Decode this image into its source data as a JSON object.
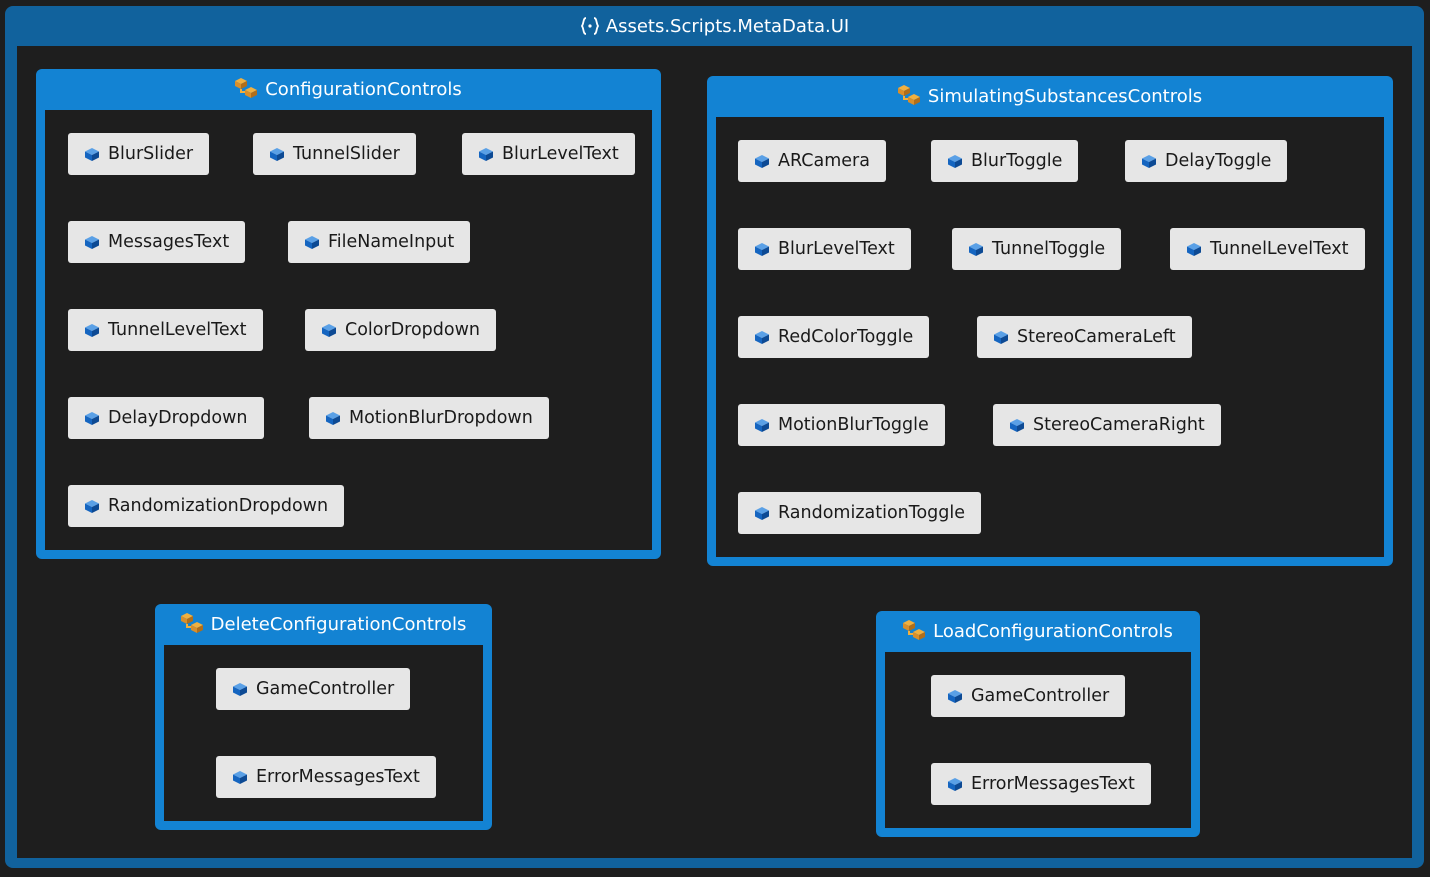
{
  "namespace": {
    "title": "Assets.Scripts.MetaData.UI",
    "icon": "namespace-braces-icon"
  },
  "colors": {
    "namespace_frame": "#11629d",
    "class_frame": "#1383d3",
    "background": "#1e1e1e",
    "member_box": "#e6e6e6",
    "class_icon": "#d98f2b",
    "field_icon": "#1565c0"
  },
  "classes": {
    "configuration_controls": {
      "title": "ConfigurationControls",
      "fields": [
        "BlurSlider",
        "TunnelSlider",
        "BlurLevelText",
        "MessagesText",
        "FileNameInput",
        "TunnelLevelText",
        "ColorDropdown",
        "DelayDropdown",
        "MotionBlurDropdown",
        "RandomizationDropdown"
      ]
    },
    "simulating_substances_controls": {
      "title": "SimulatingSubstancesControls",
      "fields": [
        "ARCamera",
        "BlurToggle",
        "DelayToggle",
        "BlurLevelText",
        "TunnelToggle",
        "TunnelLevelText",
        "RedColorToggle",
        "StereoCameraLeft",
        "MotionBlurToggle",
        "StereoCameraRight",
        "RandomizationToggle"
      ]
    },
    "delete_configuration_controls": {
      "title": "DeleteConfigurationControls",
      "fields": [
        "GameController",
        "ErrorMessagesText"
      ]
    },
    "load_configuration_controls": {
      "title": "LoadConfigurationControls",
      "fields": [
        "GameController",
        "ErrorMessagesText"
      ]
    }
  }
}
